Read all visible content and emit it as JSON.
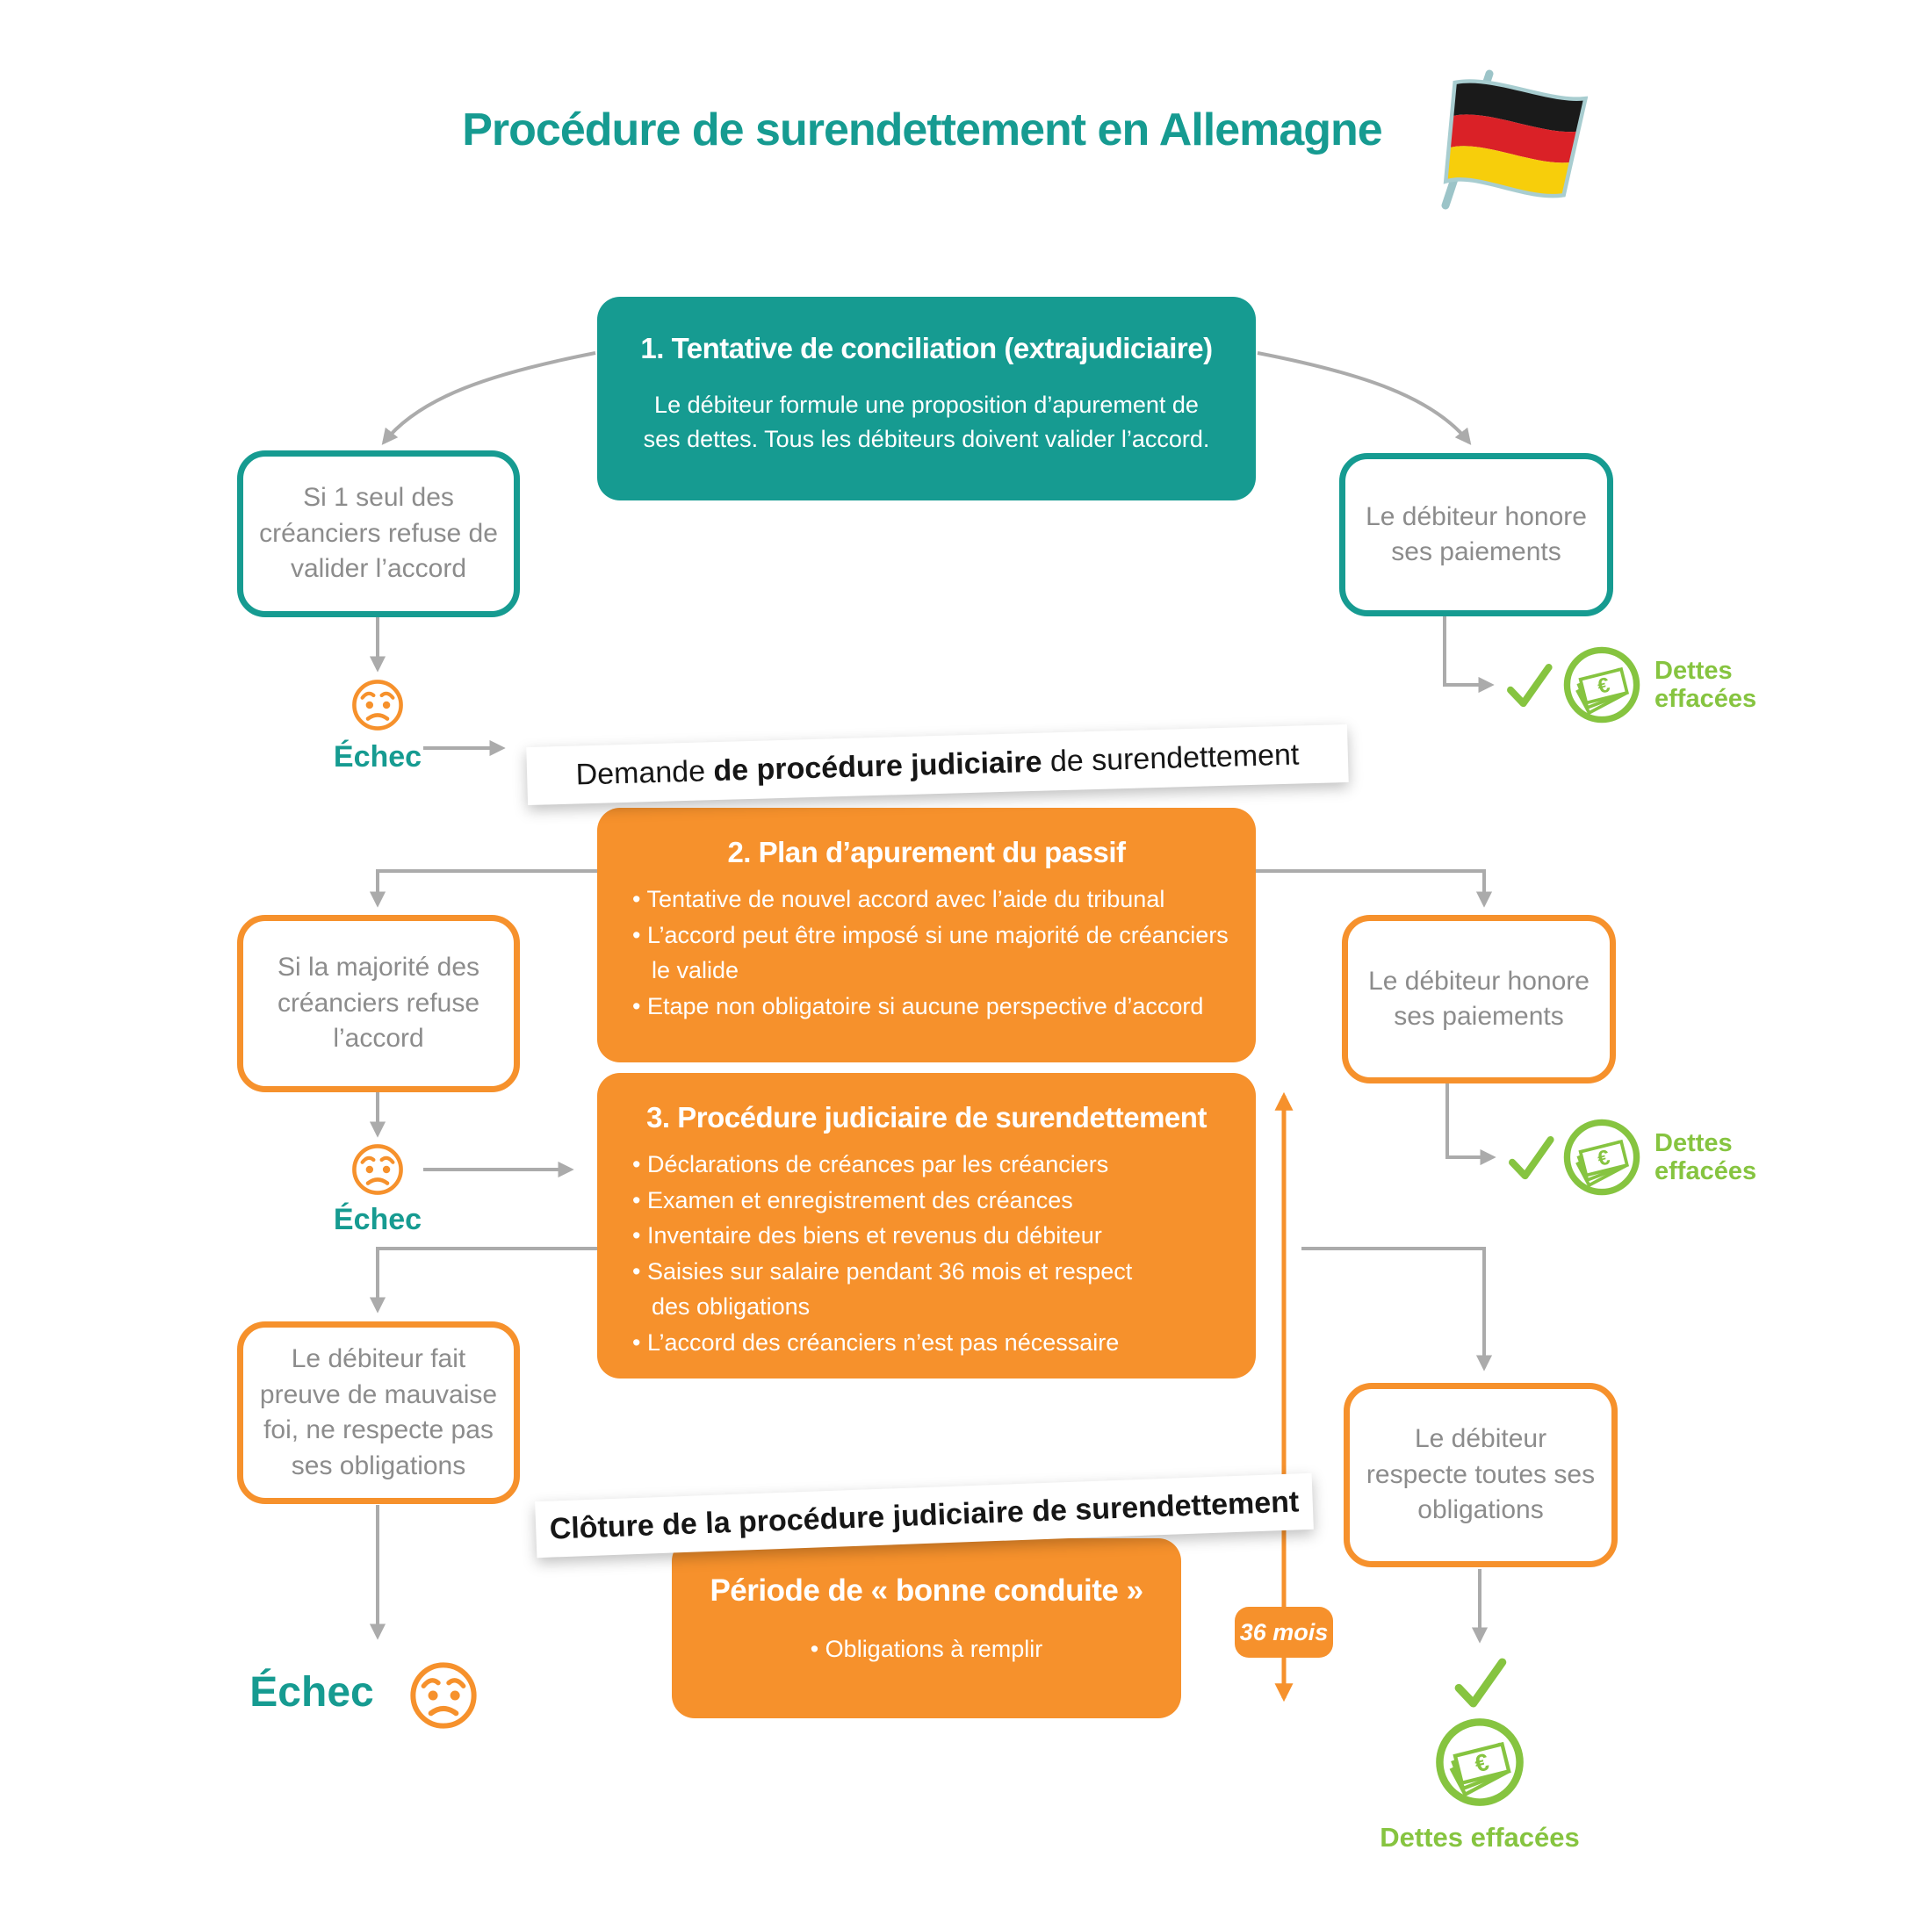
{
  "header": {
    "title": "Procédure de surendettement en Allemagne",
    "flag_icon": "german-flag"
  },
  "step1": {
    "title": "1. Tentative de conciliation (extrajudiciaire)",
    "body": "Le débiteur formule une proposition d’apurement de ses dettes. Tous les débiteurs doivent valider l’accord."
  },
  "banner_demande": {
    "prefix": "Demande ",
    "bold": "de procédure judiciaire",
    "suffix": " de surendettement"
  },
  "step2": {
    "title": "2. Plan d’apurement du passif",
    "bullets": [
      "Tentative de nouvel accord avec l’aide du tribunal",
      "L’accord peut être imposé si une majorité de créanciers le valide",
      "Etape non obligatoire si aucune perspective d’accord"
    ]
  },
  "step3": {
    "title": "3. Procédure judiciaire de surendettement",
    "bullets": [
      "Déclarations de créances par les créanciers",
      "Examen et enregistrement des créances",
      "Inventaire des biens et revenus du débiteur",
      "Saisies sur salaire pendant 36 mois et respect des obligations",
      "L’accord des créanciers n’est pas nécessaire"
    ]
  },
  "banner_cloture": {
    "text": "Clôture de la procédure judiciaire de surendettement"
  },
  "step4": {
    "title": "Période de « bonne conduite »",
    "bullets": [
      "Obligations à remplir"
    ]
  },
  "duration_badge": {
    "label": "36 mois"
  },
  "branches": {
    "left1": {
      "text": "Si 1 seul des créanciers refuse de valider l’accord",
      "result": "Échec"
    },
    "left2": {
      "text": "Si la majorité des créanciers refuse l’accord",
      "result": "Échec"
    },
    "left3": {
      "text": "Le débiteur fait preuve de mauvaise foi, ne respecte pas ses obligations",
      "result": "Échec"
    },
    "right1": {
      "text": "Le débiteur honore ses paiements",
      "result": "Dettes effacées"
    },
    "right2": {
      "text": "Le débiteur honore ses paiements",
      "result": "Dettes effacées"
    },
    "right3": {
      "text": "Le débiteur respecte toutes ses obligations",
      "result": "Dettes effacées"
    }
  },
  "colors": {
    "teal": "#169b91",
    "orange": "#f6912c",
    "green": "#86c440",
    "gray_text": "#8c8c8c",
    "arrow_gray": "#ababab"
  }
}
